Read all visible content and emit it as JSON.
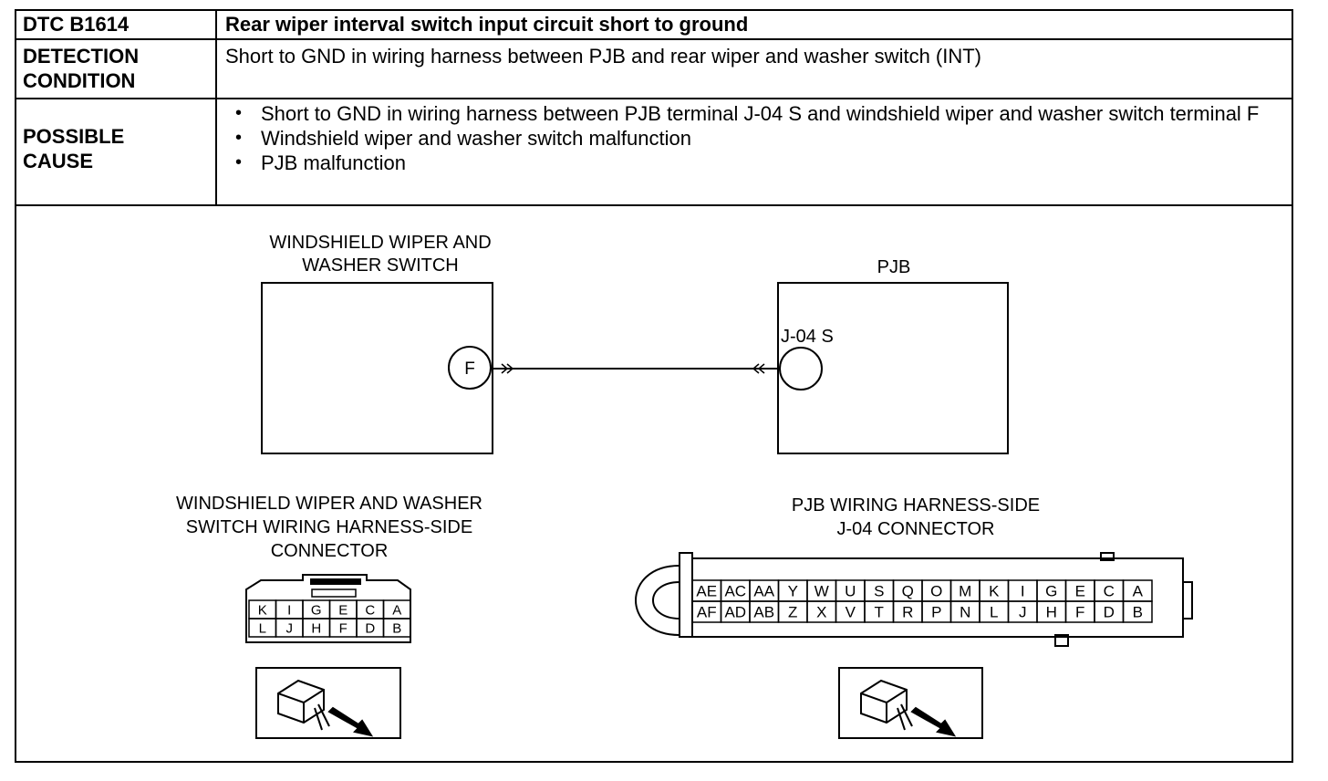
{
  "table": {
    "dtc_label": "DTC B1614",
    "dtc_title": "Rear wiper interval switch input circuit short to ground",
    "detection_label": "DETECTION CONDITION",
    "detection_text": "Short to GND in wiring harness between PJB and rear wiper and washer switch (INT)",
    "cause_label": "POSSIBLE CAUSE",
    "causes": [
      "Short to GND in wiring harness between PJB terminal J-04 S and windshield wiper and washer switch terminal F",
      "Windshield wiper and washer switch malfunction",
      "PJB malfunction"
    ]
  },
  "diagram": {
    "switch_title_1": "WINDSHIELD WIPER AND",
    "switch_title_2": "WASHER SWITCH",
    "switch_terminal": "F",
    "pjb_title": "PJB",
    "pjb_terminal": "J-04 S",
    "switch_connector_title_1": "WINDSHIELD WIPER AND WASHER",
    "switch_connector_title_2": "SWITCH WIRING HARNESS-SIDE",
    "switch_connector_title_3": "CONNECTOR",
    "switch_connector_top": [
      "K",
      "I",
      "G",
      "E",
      "C",
      "A"
    ],
    "switch_connector_bottom": [
      "L",
      "J",
      "H",
      "F",
      "D",
      "B"
    ],
    "pjb_connector_title_1": "PJB WIRING HARNESS-SIDE",
    "pjb_connector_title_2": "J-04 CONNECTOR",
    "pjb_connector_top": [
      "AE",
      "AC",
      "AA",
      "Y",
      "W",
      "U",
      "S",
      "Q",
      "O",
      "M",
      "K",
      "I",
      "G",
      "E",
      "C",
      "A"
    ],
    "pjb_connector_bottom": [
      "AF",
      "AD",
      "AB",
      "Z",
      "X",
      "V",
      "T",
      "R",
      "P",
      "N",
      "L",
      "J",
      "H",
      "F",
      "D",
      "B"
    ],
    "connector_view_icon": "connector-insertion-icon"
  }
}
